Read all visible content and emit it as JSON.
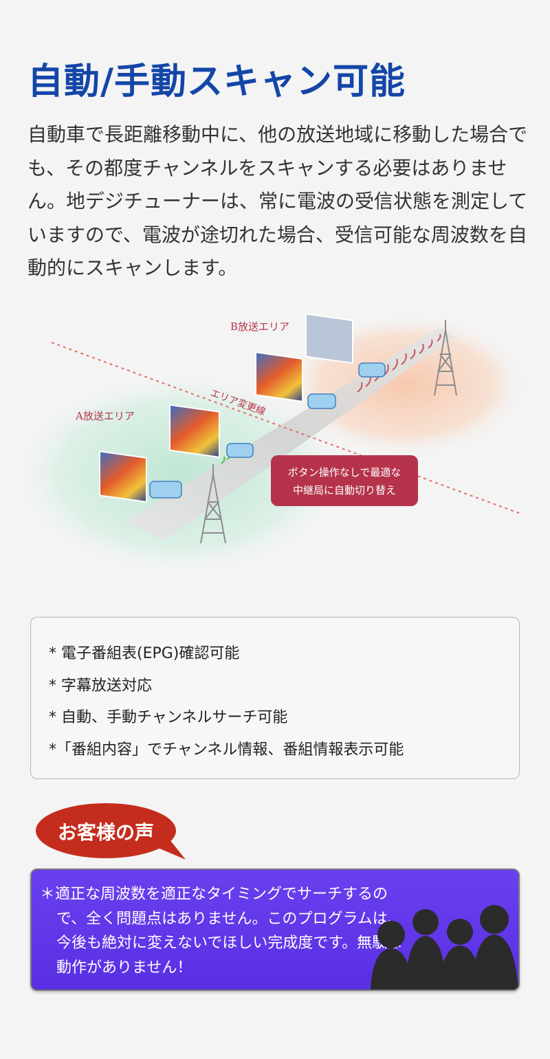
{
  "heading": {
    "title": "自動/手動スキャン可能"
  },
  "intro": {
    "text": "自動車で長距離移動中に、他の放送地域に移動した場合でも、その都度チャンネルをスキャンする必要はありません。地デジチューナーは、常に電波の受信状態を測定していますので、電波が途切れた場合、受信可能な周波数を自動的にスキャンします。"
  },
  "diagram": {
    "area_a_label": "A放送エリア",
    "area_b_label": "B放送エリア",
    "boundary_label": "エリア変更線",
    "callout_line1": "ボタン操作なしで最適な",
    "callout_line2": "中継局に自動切り替え",
    "colors": {
      "area_a": "#bfe6d4",
      "area_b": "#f7c8ad",
      "callout": "#b5334a",
      "boundary": "#e07060"
    }
  },
  "features": {
    "items": [
      "* 電子番組表(EPG)確認可能",
      "* 字幕放送対応",
      "* 自動、手動チャンネルサーチ可能",
      "*「番組内容」でチャンネル情報、番組情報表示可能"
    ]
  },
  "voice": {
    "badge_label": "お客様の声",
    "review_text": "＊適正な周波数を適正なタイミングでサーチするので、全く問題点はありません。このプログラムは、今後も絶対に変えないでほしい完成度です。無駄な動作がありません！",
    "colors": {
      "badge": "#c42d1e",
      "panel": "#5f33e8"
    }
  }
}
